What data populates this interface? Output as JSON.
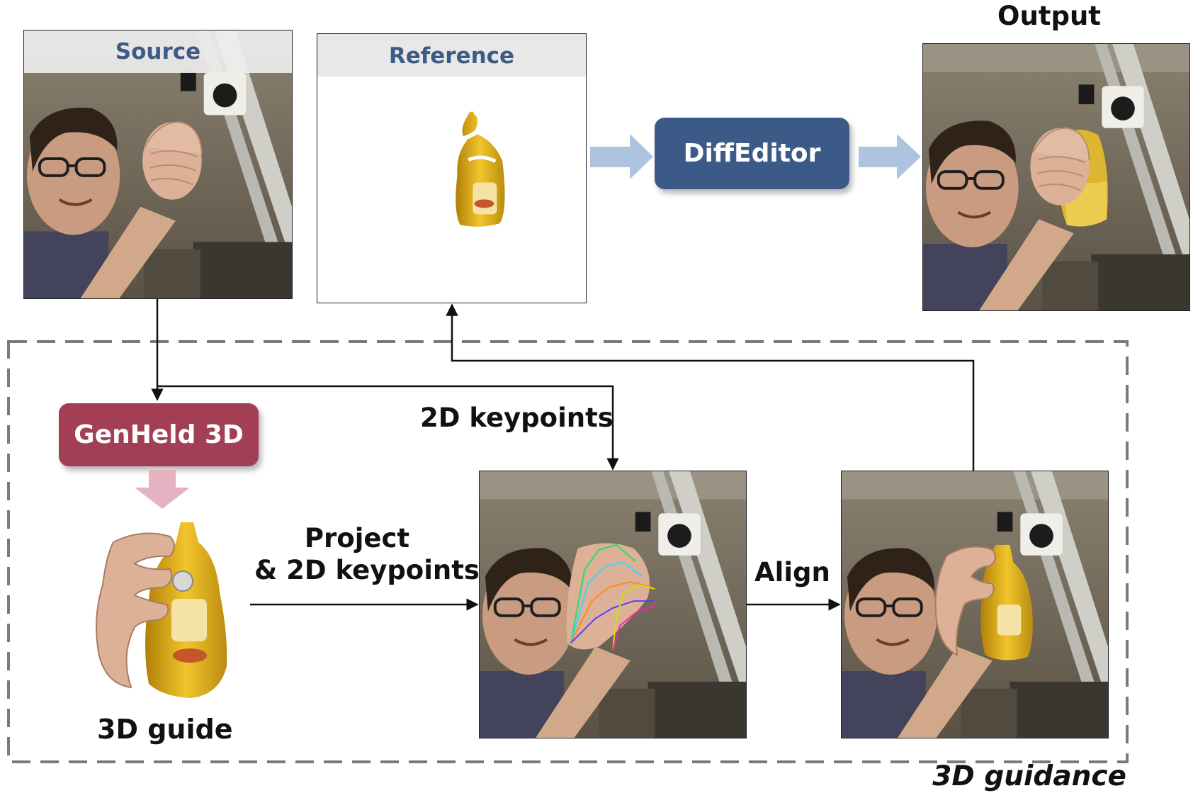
{
  "source": {
    "label": "Source"
  },
  "reference": {
    "label": "Reference"
  },
  "output": {
    "label": "Output"
  },
  "diffeditor": {
    "label": "DiffEditor"
  },
  "genheld": {
    "label": "GenHeld 3D"
  },
  "guide": {
    "label": "3D guide"
  },
  "keypoints2d": {
    "label": "2D keypoints"
  },
  "project": {
    "line1": "Project",
    "line2": "& 2D keypoints"
  },
  "align": {
    "label": "Align"
  },
  "guidance": {
    "label": "3D guidance"
  },
  "colors": {
    "header_text": "#3e5b86",
    "diffeditor_box": "#3b5a88",
    "genheld_box": "#a23f55",
    "flow_arrow_blue": "#aec3de",
    "flow_arrow_pink": "#e4b2c0",
    "mustard": "#e3b21f"
  }
}
